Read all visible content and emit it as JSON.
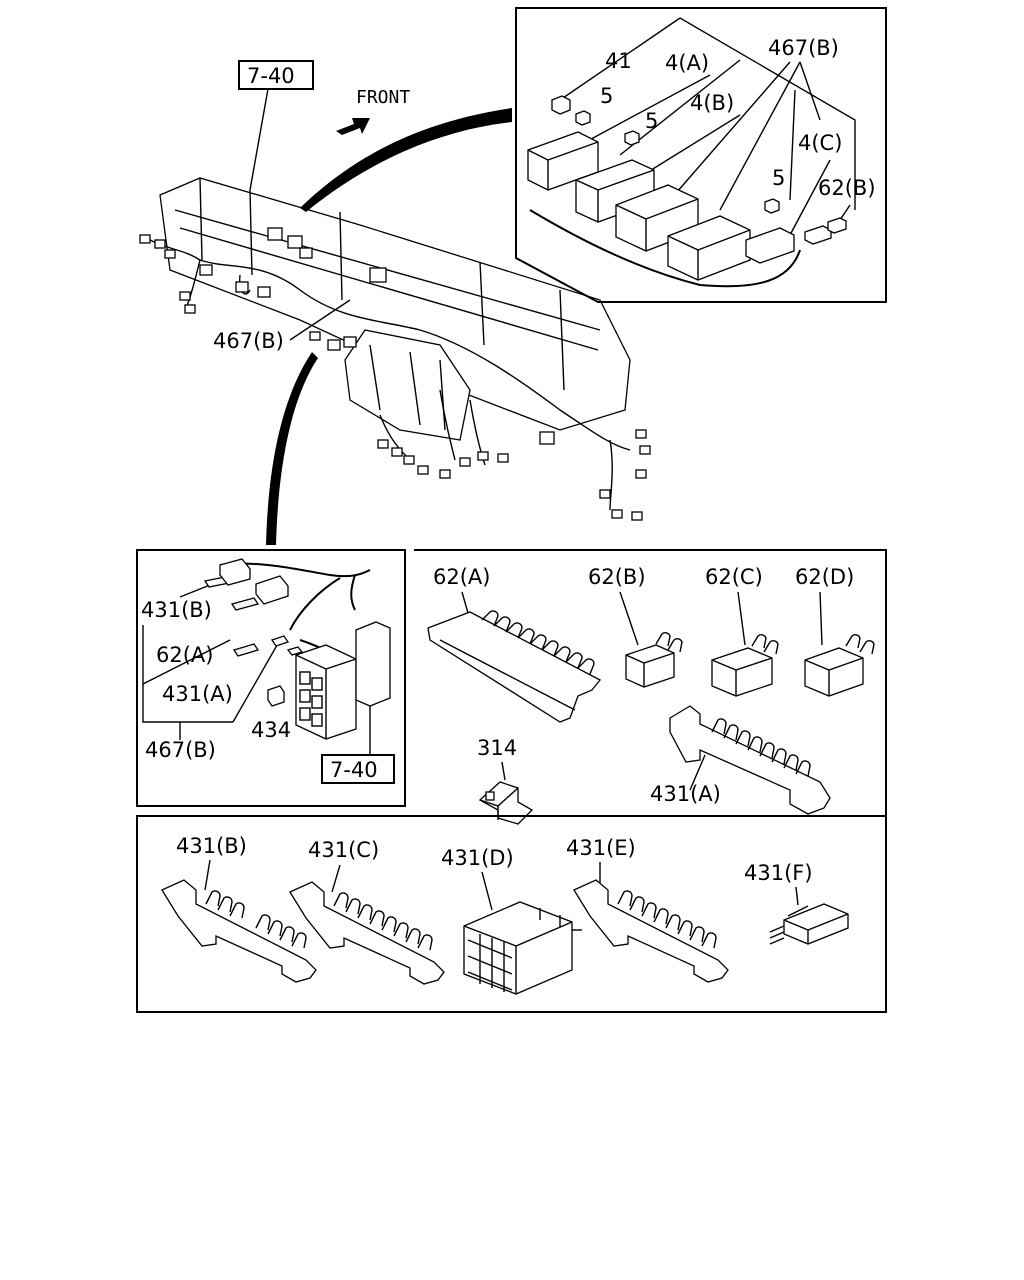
{
  "diagram": {
    "main_view": {
      "ref_box": "7-40",
      "front_label": "FRONT",
      "connector_label": "467(B)"
    },
    "top_right_inset": {
      "labels": [
        "41",
        "5",
        "4(A)",
        "467(B)",
        "5",
        "4(B)",
        "5",
        "4(C)",
        "62(B)"
      ]
    },
    "left_inset": {
      "labels": [
        "431(B)",
        "62(A)",
        "431(A)",
        "434",
        "467(B)"
      ],
      "ref_box": "7-40"
    },
    "parts_panel": {
      "labels": [
        "62(A)",
        "62(B)",
        "62(C)",
        "62(D)",
        "314",
        "431(A)"
      ]
    },
    "bottom_panel": {
      "labels": [
        "431(B)",
        "431(C)",
        "431(D)",
        "431(E)",
        "431(F)"
      ]
    }
  }
}
